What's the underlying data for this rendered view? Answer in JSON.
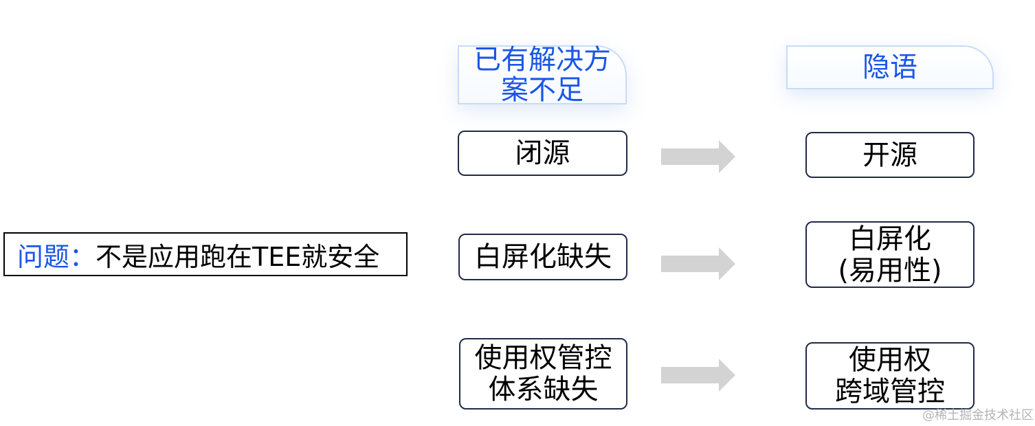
{
  "problem": {
    "prefix": "问题：",
    "text": "不是应用跑在TEE就安全"
  },
  "columns": {
    "left_header": "已有解决方\n案不足",
    "right_header": "隐语"
  },
  "rows": [
    {
      "left": "闭源",
      "right": "开源"
    },
    {
      "left": "白屏化缺失",
      "right": "白屏化\n(易用性)"
    },
    {
      "left": "使用权管控\n体系缺失",
      "right": "使用权\n跨域管控"
    }
  ],
  "colors": {
    "accent": "#1a56e6",
    "arrow": "#d3d3d3",
    "box_border": "#1e2a45",
    "header_border": "#c7dcf5"
  },
  "watermark": "@稀土掘金技术社区"
}
